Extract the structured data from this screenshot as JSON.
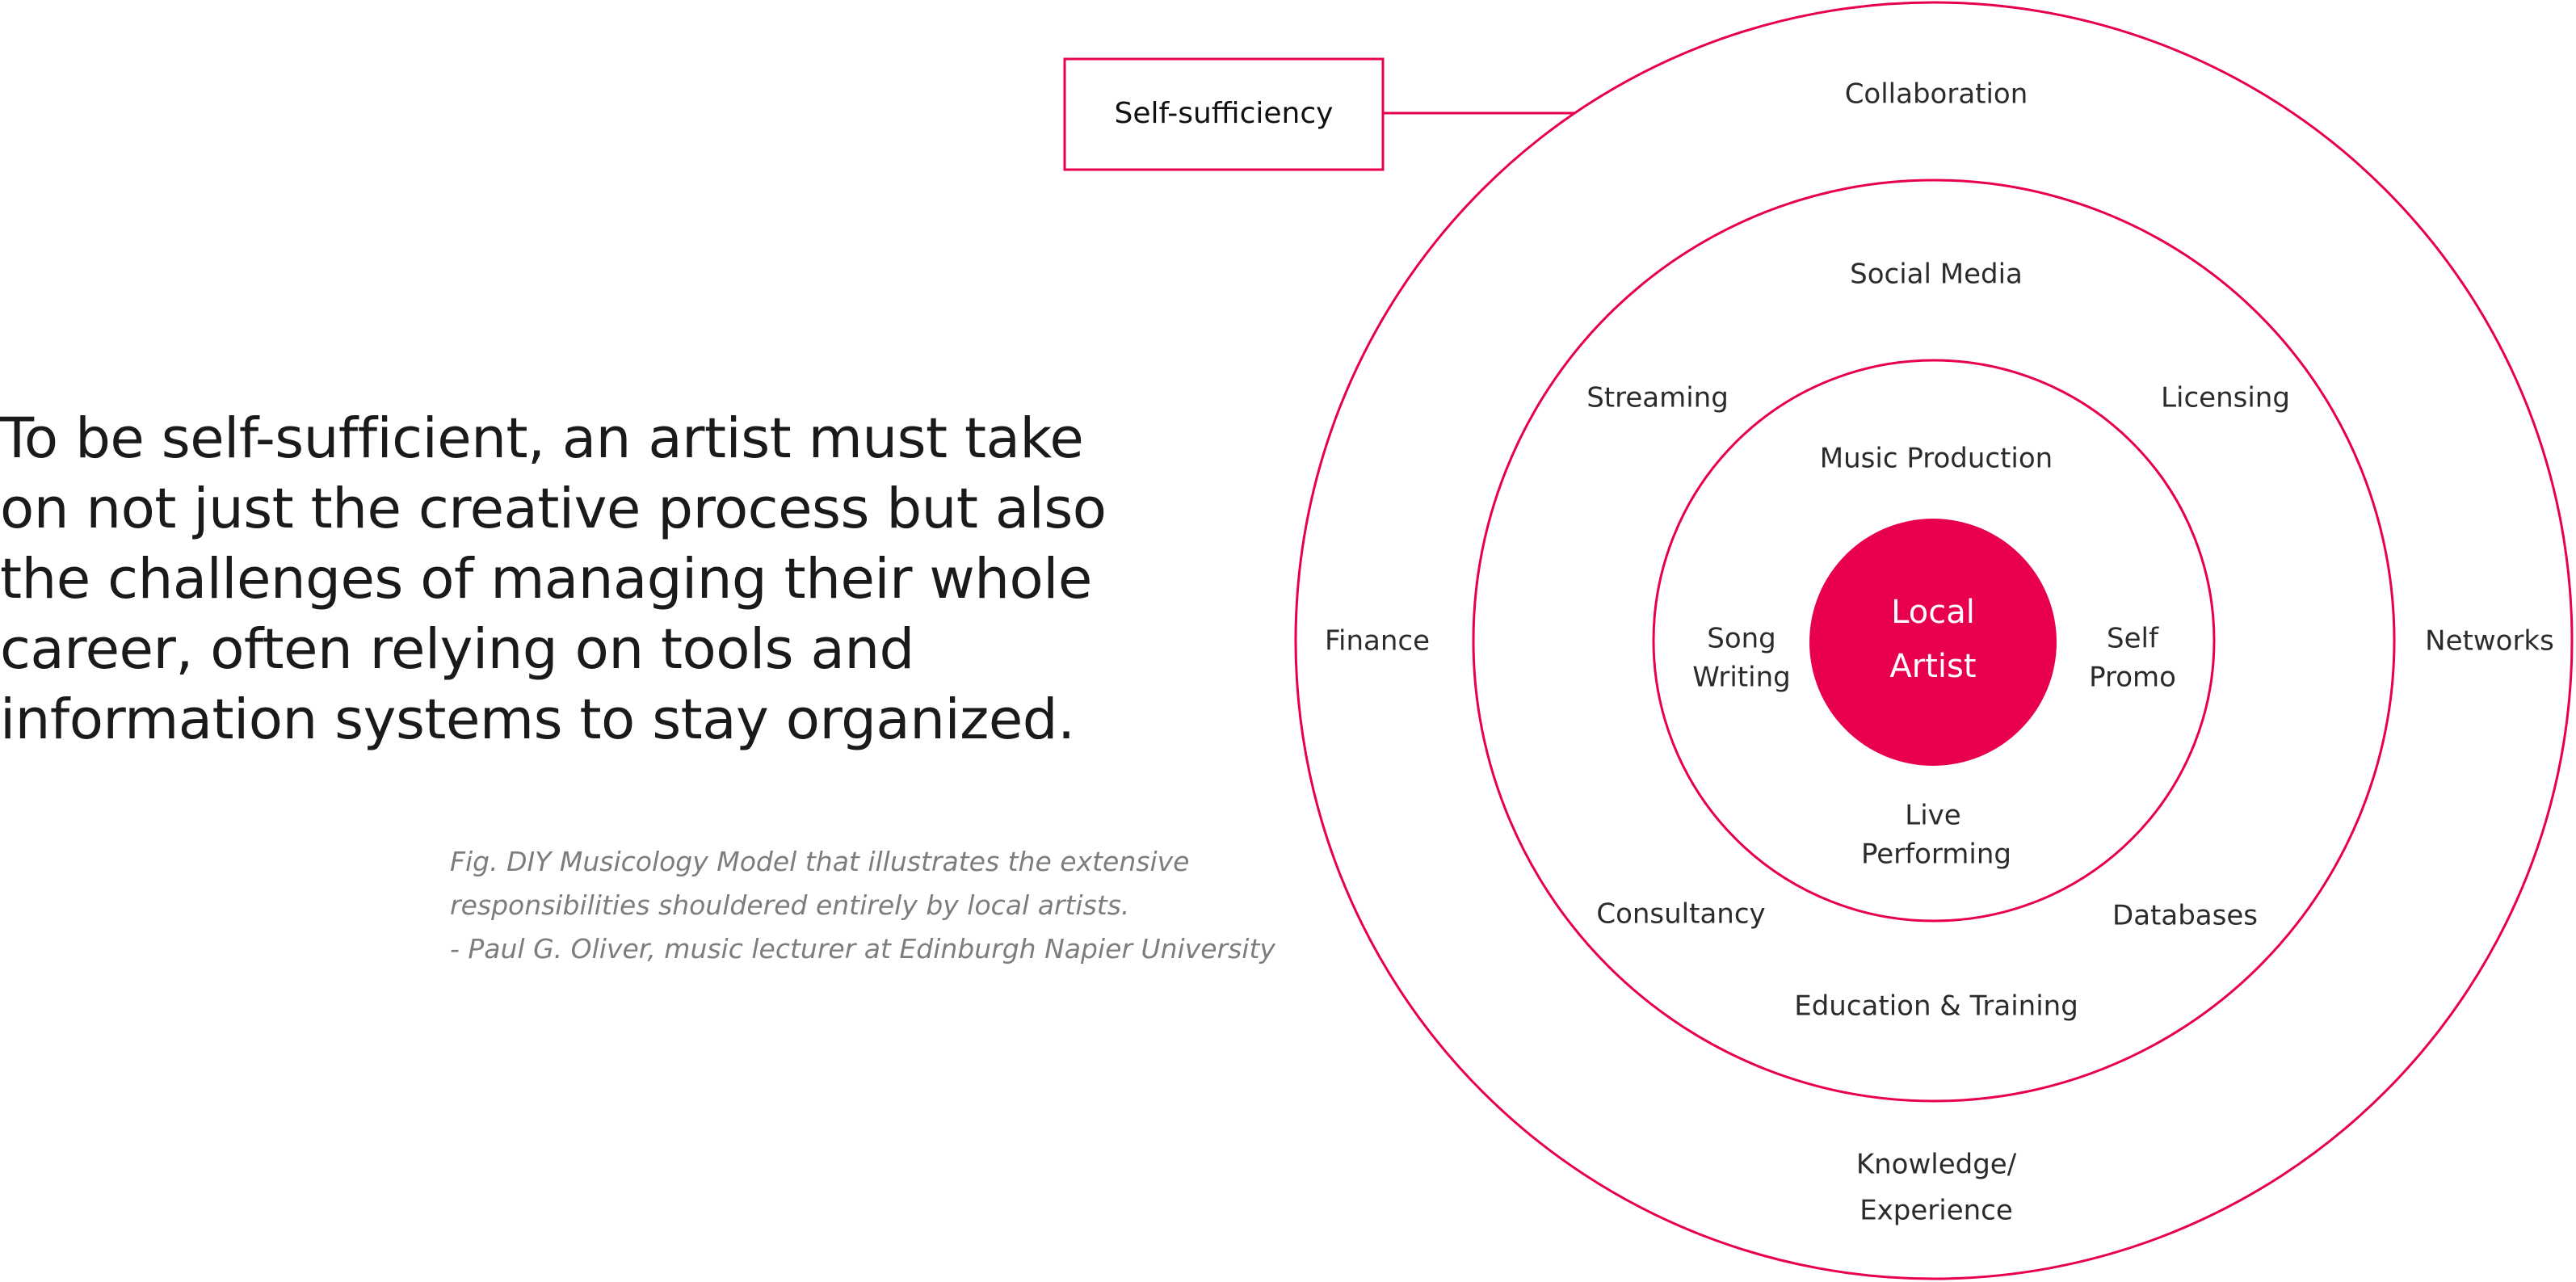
{
  "headline": {
    "lines": [
      "To be self-sufficient, an artist must take",
      "on not just the creative process but also",
      "the challenges of managing their whole",
      "career, often relying on tools and",
      "information systems to stay organized."
    ]
  },
  "caption": {
    "lines": [
      "Fig. DIY Musicology Model that illustrates the extensive",
      "responsibilities shouldered entirely by local artists.",
      "- Paul G. Oliver, music lecturer at Edinburgh Napier University"
    ]
  },
  "diagram": {
    "colors": {
      "accent": "#e8004c",
      "text": "#2b2b2b",
      "center_text": "#ffffff"
    },
    "callout_label": "Self-sufficiency",
    "center": {
      "lines": [
        "Local",
        "Artist"
      ]
    },
    "outer_ring": {
      "collaboration": "Collaboration",
      "finance": "Finance",
      "networks": "Networks",
      "knowledge": [
        "Knowledge/",
        "Experience"
      ]
    },
    "middle_ring": {
      "social_media": "Social Media",
      "streaming": "Streaming",
      "licensing": "Licensing",
      "consultancy": "Consultancy",
      "databases": "Databases",
      "education": "Education & Training"
    },
    "inner_ring": {
      "music_production": "Music Production",
      "song_writing": [
        "Song",
        "Writing"
      ],
      "self_promo": [
        "Self",
        "Promo"
      ],
      "live_performing": [
        "Live",
        "Performing"
      ]
    }
  }
}
